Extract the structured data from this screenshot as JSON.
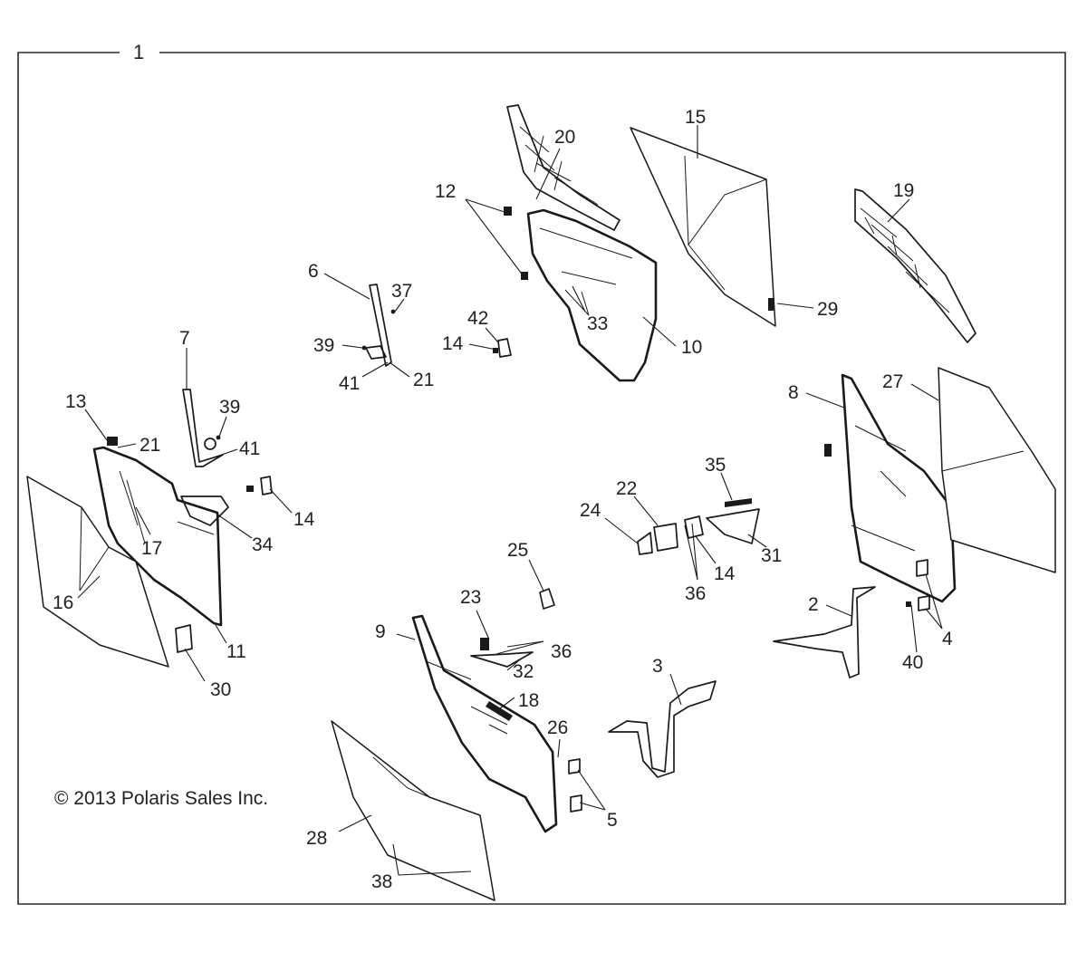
{
  "title_number": "1",
  "copyright": "© 2013 Polaris Sales Inc.",
  "callouts": {
    "c2": "2",
    "c3": "3",
    "c4": "4",
    "c5": "5",
    "c6": "6",
    "c7": "7",
    "c8": "8",
    "c9": "9",
    "c10": "10",
    "c11": "11",
    "c12": "12",
    "c13": "13",
    "c14a": "14",
    "c14b": "14",
    "c14c": "14",
    "c15": "15",
    "c16": "16",
    "c17": "17",
    "c18": "18",
    "c19": "19",
    "c20": "20",
    "c21a": "21",
    "c21b": "21",
    "c22": "22",
    "c23": "23",
    "c24": "24",
    "c25": "25",
    "c26": "26",
    "c27": "27",
    "c28": "28",
    "c29": "29",
    "c30": "30",
    "c31": "31",
    "c32": "32",
    "c33": "33",
    "c34": "34",
    "c35": "35",
    "c36a": "36",
    "c36b": "36",
    "c37": "37",
    "c38": "38",
    "c39a": "39",
    "c39b": "39",
    "c40": "40",
    "c41a": "41",
    "c41b": "41",
    "c42": "42"
  }
}
